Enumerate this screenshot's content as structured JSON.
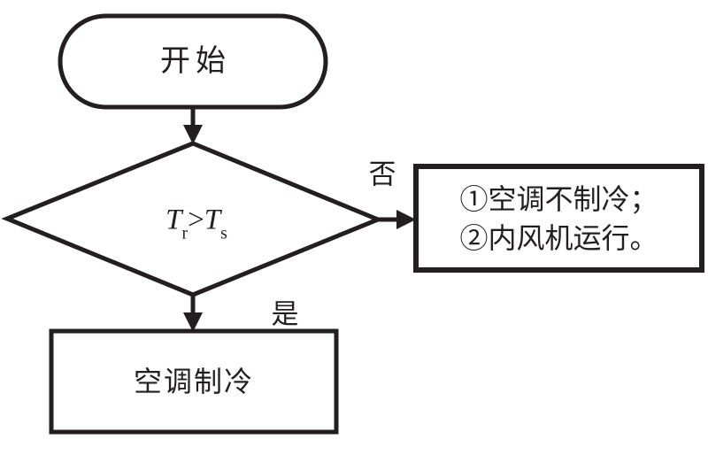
{
  "colors": {
    "stroke": "#231f20",
    "background": "#ffffff"
  },
  "flowchart": {
    "start": {
      "label": "开始"
    },
    "decision": {
      "var1": "T",
      "var1_sub": "r",
      "operator": ">",
      "var2": "T",
      "var2_sub": "s"
    },
    "no_branch_label": "否",
    "yes_branch_label": "是",
    "no_box": {
      "line1": "①空调不制冷；",
      "line2": "②内风机运行。"
    },
    "yes_box": {
      "label": "空调制冷"
    }
  }
}
